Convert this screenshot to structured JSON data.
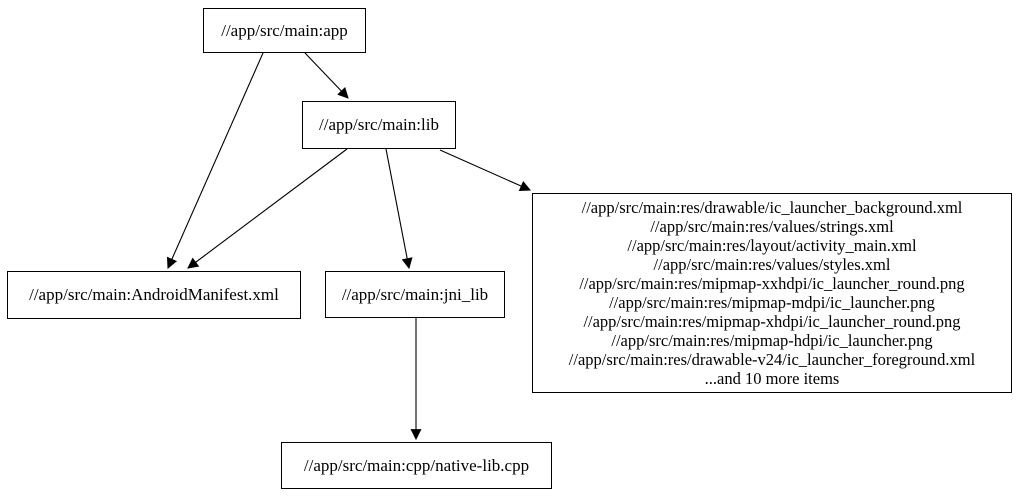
{
  "graph": {
    "kind": "dependency-graph",
    "nodes": {
      "app": {
        "label": "//app/src/main:app"
      },
      "lib": {
        "label": "//app/src/main:lib"
      },
      "manifest": {
        "label": "//app/src/main:AndroidManifest.xml"
      },
      "jni_lib": {
        "label": "//app/src/main:jni_lib"
      },
      "native": {
        "label": "//app/src/main:cpp/native-lib.cpp"
      },
      "res_files": {
        "lines": [
          "//app/src/main:res/drawable/ic_launcher_background.xml",
          "//app/src/main:res/values/strings.xml",
          "//app/src/main:res/layout/activity_main.xml",
          "//app/src/main:res/values/styles.xml",
          "//app/src/main:res/mipmap-xxhdpi/ic_launcher_round.png",
          "//app/src/main:res/mipmap-mdpi/ic_launcher.png",
          "//app/src/main:res/mipmap-xhdpi/ic_launcher_round.png",
          "//app/src/main:res/mipmap-hdpi/ic_launcher.png",
          "//app/src/main:res/drawable-v24/ic_launcher_foreground.xml",
          "...and 10 more items"
        ]
      }
    },
    "edges": [
      {
        "from": "app",
        "to": "manifest"
      },
      {
        "from": "app",
        "to": "lib"
      },
      {
        "from": "lib",
        "to": "manifest"
      },
      {
        "from": "lib",
        "to": "jni_lib"
      },
      {
        "from": "lib",
        "to": "res_files"
      },
      {
        "from": "jni_lib",
        "to": "native"
      }
    ],
    "colors": {
      "background": "#ffffff",
      "node_fill": "#ffffff",
      "node_border": "#000000",
      "edge": "#000000",
      "text": "#000000"
    }
  }
}
